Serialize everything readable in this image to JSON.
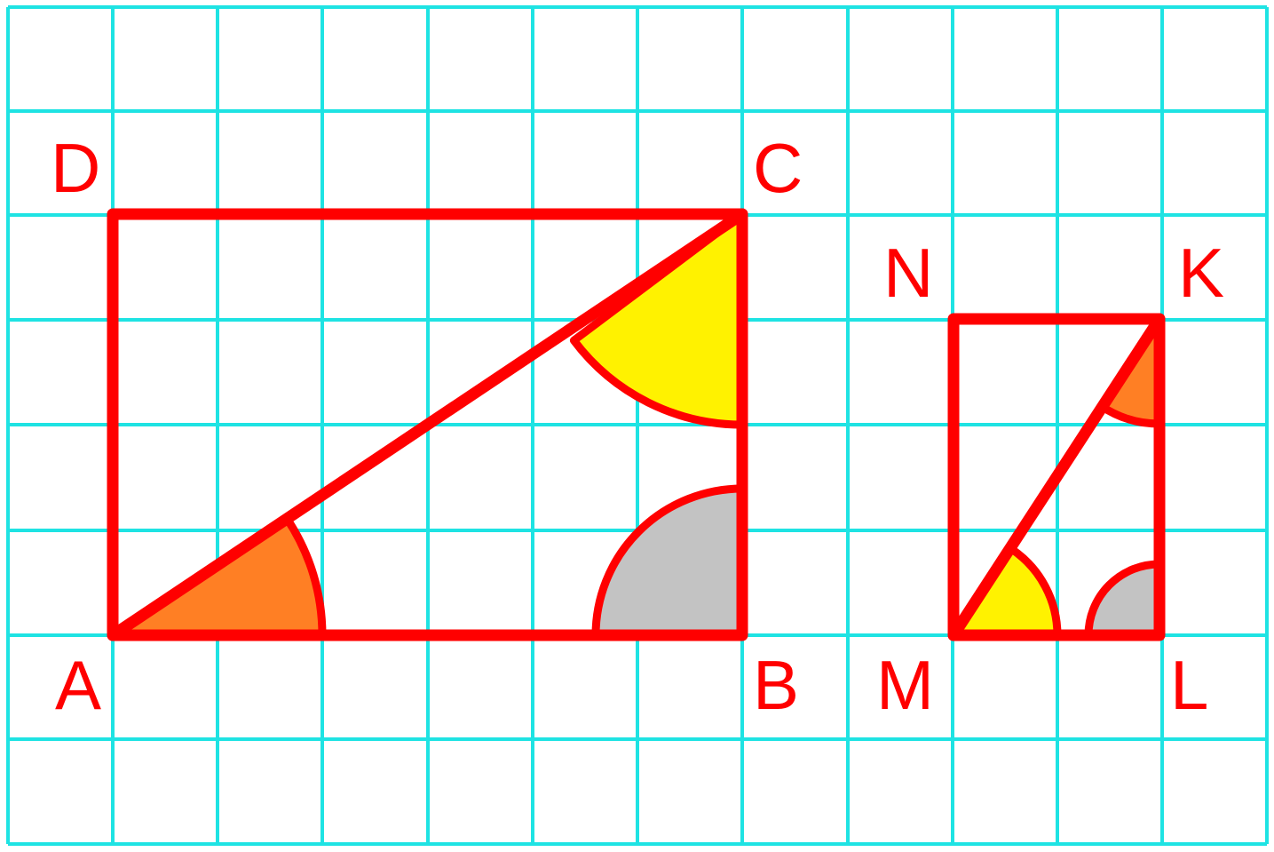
{
  "colors": {
    "grid": "#1ee3e3",
    "outline": "#ff0000",
    "angle_orange": "#ff7f24",
    "angle_yellow": "#fff200",
    "angle_gray": "#c3c3c3",
    "background": "#ffffff"
  },
  "labels": {
    "A": "A",
    "B": "B",
    "C": "C",
    "D": "D",
    "M": "M",
    "L": "L",
    "K": "K",
    "N": "N"
  },
  "figures": {
    "large_rectangle": {
      "vertices": [
        "A",
        "B",
        "C",
        "D"
      ],
      "diagonal": [
        "A",
        "C"
      ],
      "angle_marks": [
        {
          "vertex": "A",
          "color": "orange"
        },
        {
          "vertex": "C",
          "color": "yellow"
        },
        {
          "vertex": "B",
          "color": "gray",
          "right_angle": true
        }
      ]
    },
    "small_rectangle": {
      "vertices": [
        "M",
        "L",
        "K",
        "N"
      ],
      "diagonal": [
        "M",
        "K"
      ],
      "angle_marks": [
        {
          "vertex": "M",
          "color": "yellow"
        },
        {
          "vertex": "K",
          "color": "orange"
        },
        {
          "vertex": "L",
          "color": "gray",
          "right_angle": true
        }
      ]
    }
  }
}
